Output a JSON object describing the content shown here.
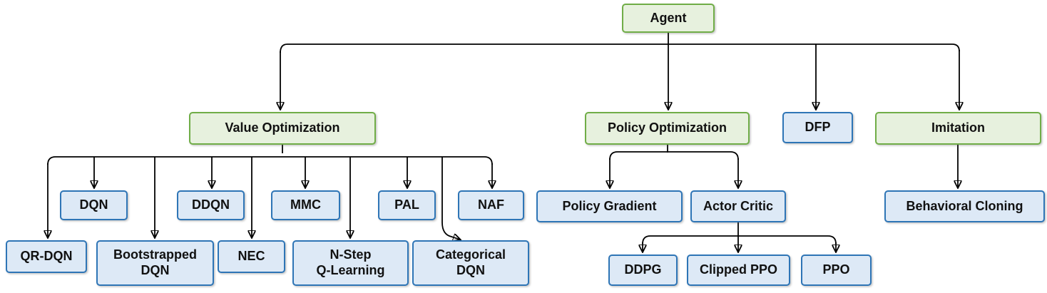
{
  "diagram": {
    "type": "tree",
    "root": "Agent",
    "legend_semantics": {
      "green_box": "agent category",
      "blue_box": "algorithm"
    }
  },
  "colors": {
    "category_fill": "#e7f1de",
    "category_border": "#70ad47",
    "algorithm_fill": "#dde9f6",
    "algorithm_border": "#2e75b6",
    "connector": "#000000"
  },
  "nodes": {
    "agent": {
      "label": "Agent",
      "kind": "category"
    },
    "value_optimization": {
      "label": "Value Optimization",
      "kind": "category"
    },
    "policy_optimization": {
      "label": "Policy Optimization",
      "kind": "category"
    },
    "dfp": {
      "label": "DFP",
      "kind": "algorithm"
    },
    "imitation": {
      "label": "Imitation",
      "kind": "category"
    },
    "dqn": {
      "label": "DQN",
      "kind": "algorithm"
    },
    "ddqn": {
      "label": "DDQN",
      "kind": "algorithm"
    },
    "mmc": {
      "label": "MMC",
      "kind": "algorithm"
    },
    "pal": {
      "label": "PAL",
      "kind": "algorithm"
    },
    "naf": {
      "label": "NAF",
      "kind": "algorithm"
    },
    "qr_dqn": {
      "label": "QR-DQN",
      "kind": "algorithm"
    },
    "bootstrapped_dqn": {
      "label": "Bootstrapped\nDQN",
      "kind": "algorithm"
    },
    "nec": {
      "label": "NEC",
      "kind": "algorithm"
    },
    "n_step_q_learning": {
      "label": "N-Step\nQ-Learning",
      "kind": "algorithm"
    },
    "categorical_dqn": {
      "label": "Categorical\nDQN",
      "kind": "algorithm"
    },
    "policy_gradient": {
      "label": "Policy Gradient",
      "kind": "algorithm"
    },
    "actor_critic": {
      "label": "Actor Critic",
      "kind": "algorithm"
    },
    "behavioral_cloning": {
      "label": "Behavioral Cloning",
      "kind": "algorithm"
    },
    "ddpg": {
      "label": "DDPG",
      "kind": "algorithm"
    },
    "clipped_ppo": {
      "label": "Clipped PPO",
      "kind": "algorithm"
    },
    "ppo": {
      "label": "PPO",
      "kind": "algorithm"
    }
  },
  "edges": [
    [
      "Agent",
      "Value Optimization"
    ],
    [
      "Agent",
      "Policy Optimization"
    ],
    [
      "Agent",
      "DFP"
    ],
    [
      "Agent",
      "Imitation"
    ],
    [
      "Value Optimization",
      "QR-DQN"
    ],
    [
      "Value Optimization",
      "DQN"
    ],
    [
      "Value Optimization",
      "Bootstrapped DQN"
    ],
    [
      "Value Optimization",
      "DDQN"
    ],
    [
      "Value Optimization",
      "NEC"
    ],
    [
      "Value Optimization",
      "MMC"
    ],
    [
      "Value Optimization",
      "N-Step Q-Learning"
    ],
    [
      "Value Optimization",
      "PAL"
    ],
    [
      "Value Optimization",
      "Categorical DQN"
    ],
    [
      "Value Optimization",
      "NAF"
    ],
    [
      "Policy Optimization",
      "Policy Gradient"
    ],
    [
      "Policy Optimization",
      "Actor Critic"
    ],
    [
      "Actor Critic",
      "DDPG"
    ],
    [
      "Actor Critic",
      "Clipped PPO"
    ],
    [
      "Actor Critic",
      "PPO"
    ],
    [
      "Imitation",
      "Behavioral Cloning"
    ]
  ]
}
